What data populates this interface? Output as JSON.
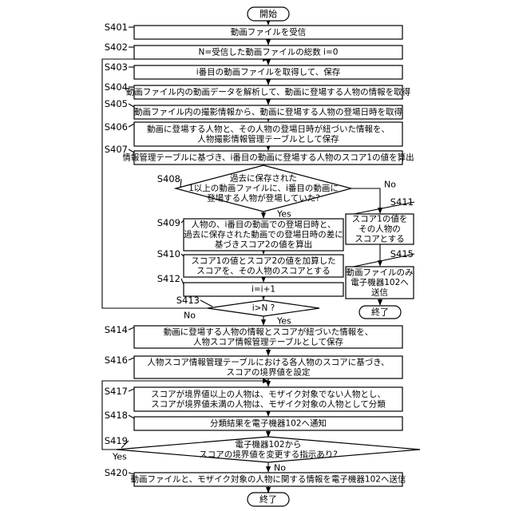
{
  "terminals": {
    "start": "開始",
    "end_main": "終了",
    "end_side": "終了"
  },
  "steps": [
    {
      "id": "S401",
      "lines": [
        "動画ファイルを受信"
      ]
    },
    {
      "id": "S402",
      "lines": [
        "N=受信した動画ファイルの総数 i=0"
      ]
    },
    {
      "id": "S403",
      "lines": [
        "i番目の動画ファイルを取得して、保存"
      ]
    },
    {
      "id": "S404",
      "lines": [
        "動画ファイル内の動画データを解析して、動画に登場する人物の情報を取得"
      ]
    },
    {
      "id": "S405",
      "lines": [
        "動画ファイル内の撮影情報から、動画に登場する人物の登場日時を取得"
      ]
    },
    {
      "id": "S406",
      "lines": [
        "動画に登場する人物と、その人物の登場日時が紐づいた情報を、",
        "人物撮影情報管理テーブルとして保存"
      ]
    },
    {
      "id": "S407",
      "lines": [
        "情報管理テーブルに基づき、i番目の動画に登場する人物のスコア1の値を算出"
      ]
    },
    {
      "id": "S409",
      "lines": [
        "人物の、i番目の動画での登場日時と、",
        "過去に保存された動画での登場日時の差に",
        "基づきスコア2の値を算出"
      ]
    },
    {
      "id": "S410",
      "lines": [
        "スコア1の値とスコア2の値を加算した",
        "スコアを、その人物のスコアとする"
      ]
    },
    {
      "id": "S412",
      "lines": [
        "i=i+1"
      ]
    },
    {
      "id": "S411",
      "lines": [
        "スコア1の値を",
        "その人物の",
        "スコアとする"
      ]
    },
    {
      "id": "S415",
      "lines": [
        "動画ファイルのみ",
        "電子機器102へ",
        "送信"
      ]
    },
    {
      "id": "S414",
      "lines": [
        "動画に登場する人物の情報とスコアが紐づいた情報を、",
        "人物スコア情報管理テーブルとして保存"
      ]
    },
    {
      "id": "S416",
      "lines": [
        "人物スコア情報管理テーブルにおける各人物のスコアに基づき、",
        "スコアの境界値を設定"
      ]
    },
    {
      "id": "S417",
      "lines": [
        "スコアが境界値以上の人物は、モザイク対象でない人物とし、",
        "スコアが境界値未満の人物は、モザイク対象の人物として分類"
      ]
    },
    {
      "id": "S418",
      "lines": [
        "分類結果を電子機器102へ通知"
      ]
    },
    {
      "id": "S420",
      "lines": [
        "動画ファイルと、モザイク対象の人物に関する情報を電子機器102へ送信"
      ]
    }
  ],
  "decisions": [
    {
      "id": "S408",
      "lines": [
        "過去に保存された",
        "1以上の動画ファイルに、i番目の動画に",
        "登場する人物が登場していた?"
      ],
      "yes": "Yes",
      "no": "No"
    },
    {
      "id": "S413",
      "lines": [
        "i>N ?"
      ],
      "yes": "Yes",
      "no": "No"
    },
    {
      "id": "S419",
      "lines": [
        "電子機器102から",
        "スコアの境界値を変更する指示あり?"
      ],
      "yes": "Yes",
      "no": "No"
    }
  ]
}
